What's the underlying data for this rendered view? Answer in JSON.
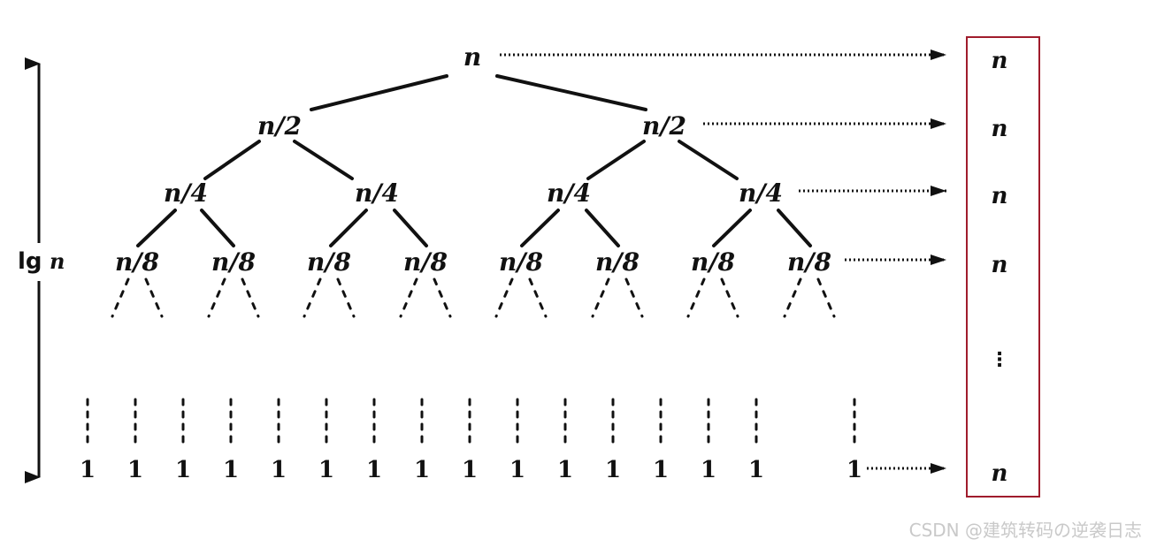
{
  "tree": {
    "root": "n",
    "level1": [
      "n/2",
      "n/2"
    ],
    "level2": [
      "n/4",
      "n/4",
      "n/4",
      "n/4"
    ],
    "level3": [
      "n/8",
      "n/8",
      "n/8",
      "n/8",
      "n/8",
      "n/8",
      "n/8",
      "n/8"
    ],
    "leaves": [
      "1",
      "1",
      "1",
      "1",
      "1",
      "1",
      "1",
      "1",
      "1",
      "1",
      "1",
      "1",
      "1",
      "1",
      "1",
      "1"
    ]
  },
  "height_label": {
    "prefix": "lg",
    "var": "n"
  },
  "level_sums": [
    "n",
    "n",
    "n",
    "n",
    "⋮",
    "n"
  ],
  "colors": {
    "ink": "#111111",
    "sum_box_border": "#a01c2c",
    "watermark": "#c9c9c9"
  },
  "watermark": "CSDN @建筑转码の逆袭日志"
}
